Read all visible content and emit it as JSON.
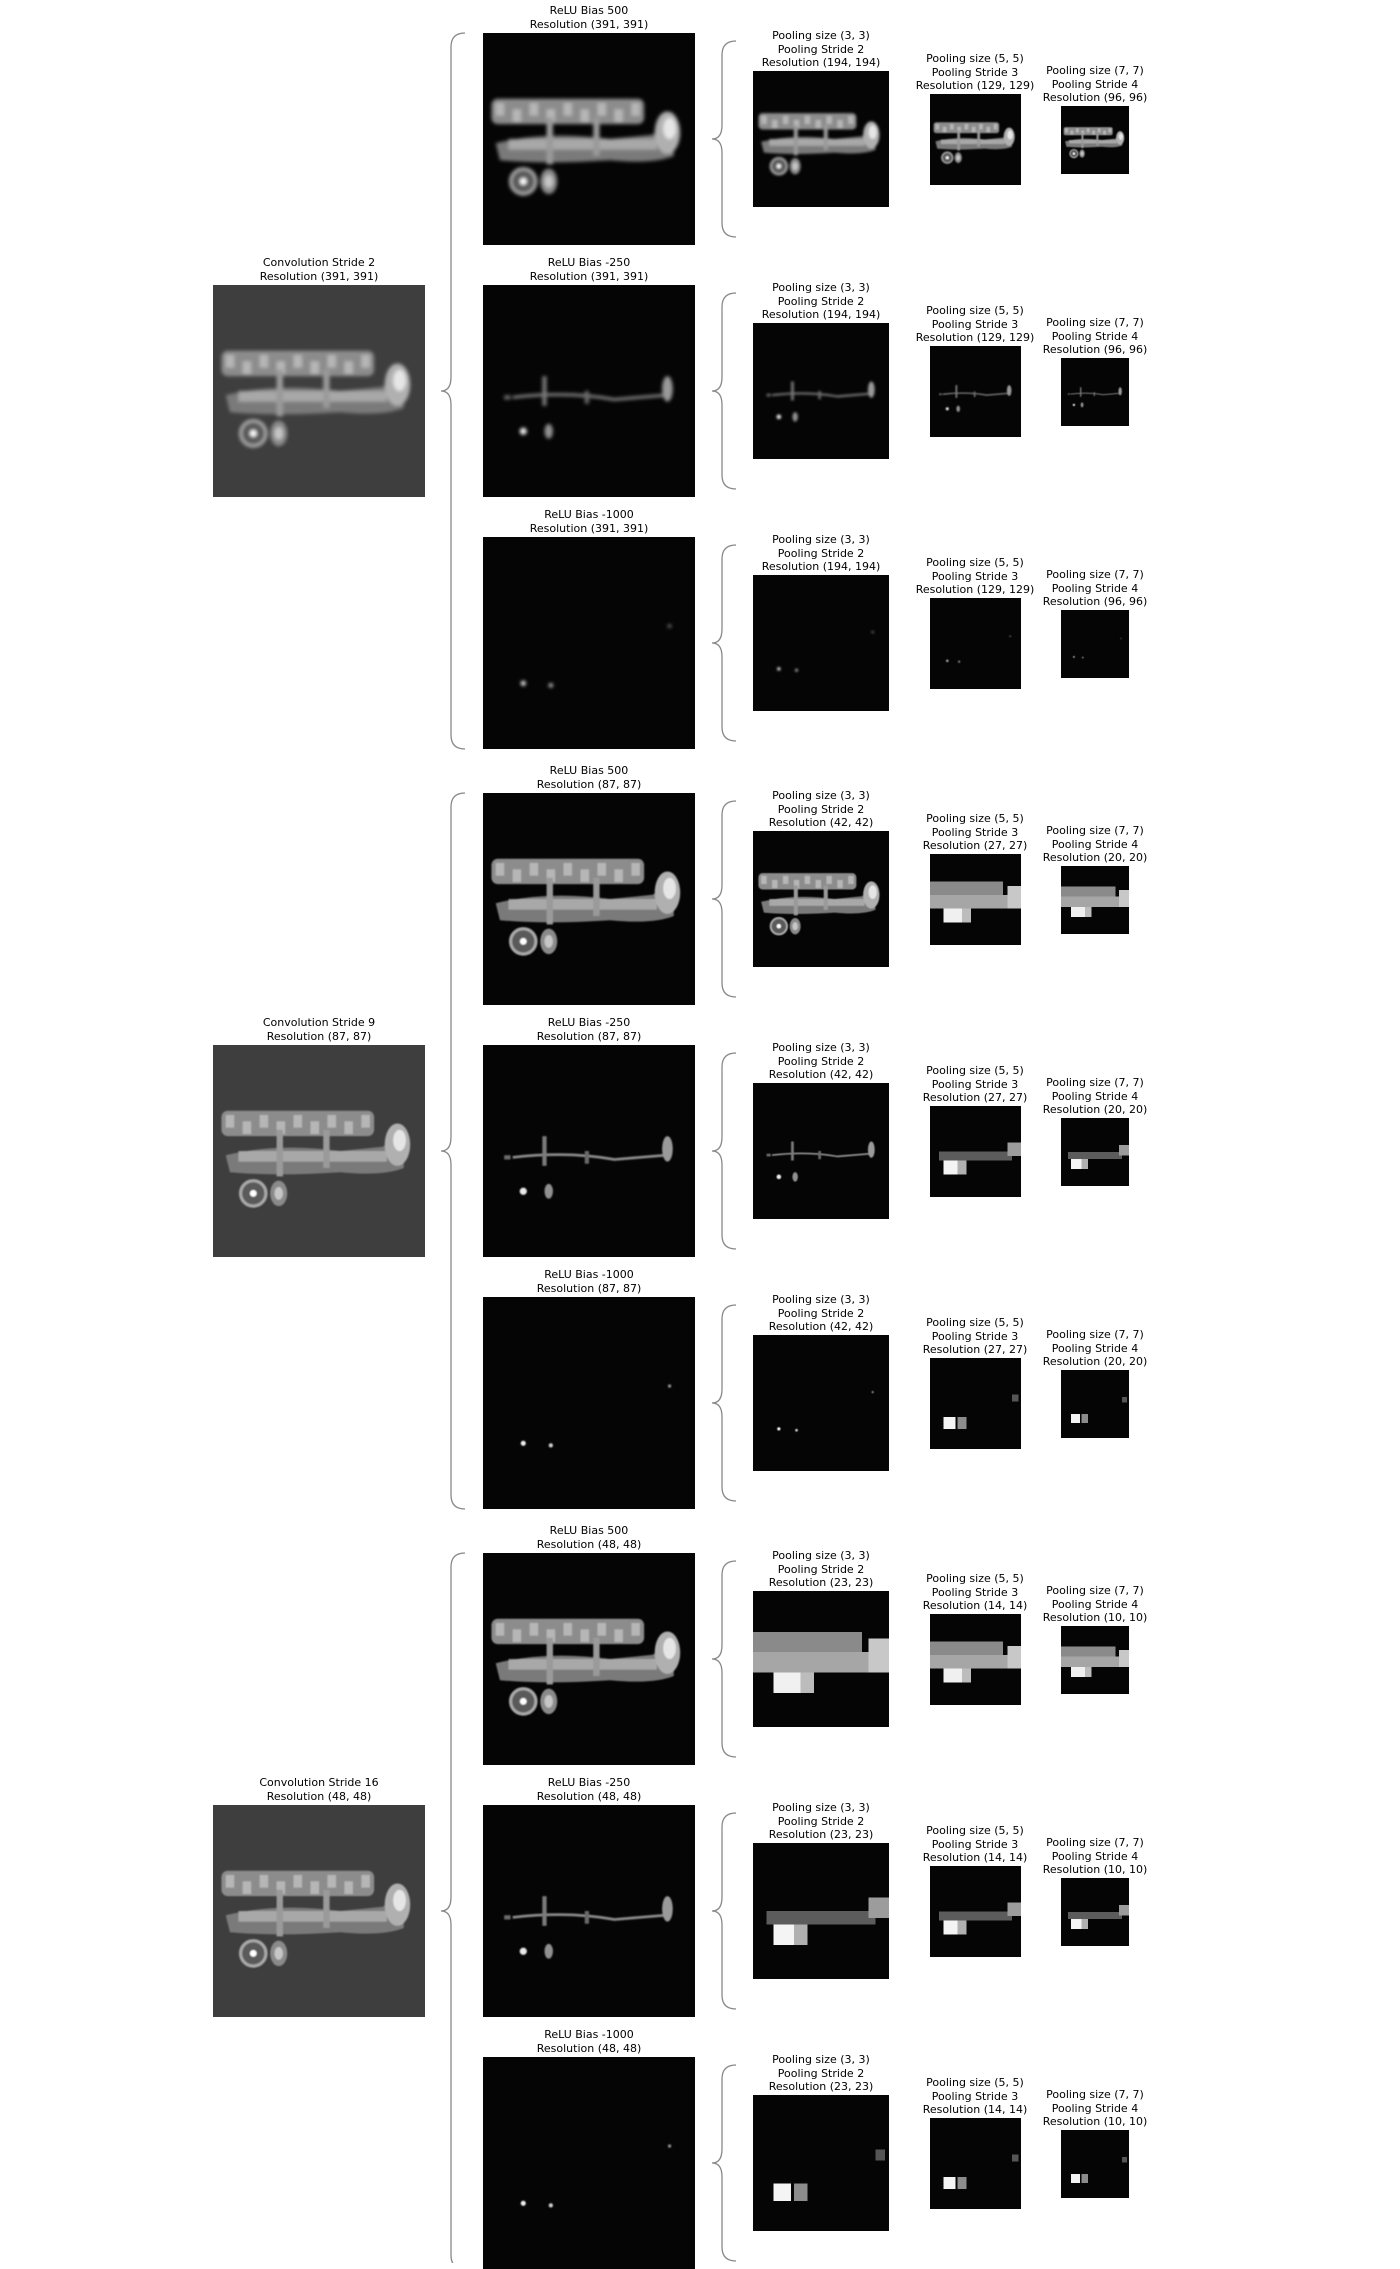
{
  "groups": [
    {
      "conv": {
        "title": "Convolution Stride 2",
        "resolution": "Resolution (391, 391)"
      },
      "relus": [
        {
          "title": "ReLU Bias 500",
          "resolution": "Resolution (391, 391)",
          "pools": [
            {
              "size": "Pooling size (3, 3)",
              "stride": "Pooling Stride 2",
              "resolution": "Resolution (194, 194)"
            },
            {
              "size": "Pooling size (5, 5)",
              "stride": "Pooling Stride 3",
              "resolution": "Resolution (129, 129)"
            },
            {
              "size": "Pooling size (7, 7)",
              "stride": "Pooling Stride 4",
              "resolution": "Resolution (96, 96)"
            }
          ]
        },
        {
          "title": "ReLU Bias -250",
          "resolution": "Resolution (391, 391)",
          "pools": [
            {
              "size": "Pooling size (3, 3)",
              "stride": "Pooling Stride 2",
              "resolution": "Resolution (194, 194)"
            },
            {
              "size": "Pooling size (5, 5)",
              "stride": "Pooling Stride 3",
              "resolution": "Resolution (129, 129)"
            },
            {
              "size": "Pooling size (7, 7)",
              "stride": "Pooling Stride 4",
              "resolution": "Resolution (96, 96)"
            }
          ]
        },
        {
          "title": "ReLU Bias -1000",
          "resolution": "Resolution (391, 391)",
          "pools": [
            {
              "size": "Pooling size (3, 3)",
              "stride": "Pooling Stride 2",
              "resolution": "Resolution (194, 194)"
            },
            {
              "size": "Pooling size (5, 5)",
              "stride": "Pooling Stride 3",
              "resolution": "Resolution (129, 129)"
            },
            {
              "size": "Pooling size (7, 7)",
              "stride": "Pooling Stride 4",
              "resolution": "Resolution (96, 96)"
            }
          ]
        }
      ]
    },
    {
      "conv": {
        "title": "Convolution Stride 9",
        "resolution": "Resolution (87, 87)"
      },
      "relus": [
        {
          "title": "ReLU Bias 500",
          "resolution": "Resolution (87, 87)",
          "pools": [
            {
              "size": "Pooling size (3, 3)",
              "stride": "Pooling Stride 2",
              "resolution": "Resolution (42, 42)"
            },
            {
              "size": "Pooling size (5, 5)",
              "stride": "Pooling Stride 3",
              "resolution": "Resolution (27, 27)"
            },
            {
              "size": "Pooling size (7, 7)",
              "stride": "Pooling Stride 4",
              "resolution": "Resolution (20, 20)"
            }
          ]
        },
        {
          "title": "ReLU Bias -250",
          "resolution": "Resolution (87, 87)",
          "pools": [
            {
              "size": "Pooling size (3, 3)",
              "stride": "Pooling Stride 2",
              "resolution": "Resolution (42, 42)"
            },
            {
              "size": "Pooling size (5, 5)",
              "stride": "Pooling Stride 3",
              "resolution": "Resolution (27, 27)"
            },
            {
              "size": "Pooling size (7, 7)",
              "stride": "Pooling Stride 4",
              "resolution": "Resolution (20, 20)"
            }
          ]
        },
        {
          "title": "ReLU Bias -1000",
          "resolution": "Resolution (87, 87)",
          "pools": [
            {
              "size": "Pooling size (3, 3)",
              "stride": "Pooling Stride 2",
              "resolution": "Resolution (42, 42)"
            },
            {
              "size": "Pooling size (5, 5)",
              "stride": "Pooling Stride 3",
              "resolution": "Resolution (27, 27)"
            },
            {
              "size": "Pooling size (7, 7)",
              "stride": "Pooling Stride 4",
              "resolution": "Resolution (20, 20)"
            }
          ]
        }
      ]
    },
    {
      "conv": {
        "title": "Convolution Stride 16",
        "resolution": "Resolution (48, 48)"
      },
      "relus": [
        {
          "title": "ReLU Bias 500",
          "resolution": "Resolution (48, 48)",
          "pools": [
            {
              "size": "Pooling size (3, 3)",
              "stride": "Pooling Stride 2",
              "resolution": "Resolution (23, 23)"
            },
            {
              "size": "Pooling size (5, 5)",
              "stride": "Pooling Stride 3",
              "resolution": "Resolution (14, 14)"
            },
            {
              "size": "Pooling size (7, 7)",
              "stride": "Pooling Stride 4",
              "resolution": "Resolution (10, 10)"
            }
          ]
        },
        {
          "title": "ReLU Bias -250",
          "resolution": "Resolution (48, 48)",
          "pools": [
            {
              "size": "Pooling size (3, 3)",
              "stride": "Pooling Stride 2",
              "resolution": "Resolution (23, 23)"
            },
            {
              "size": "Pooling size (5, 5)",
              "stride": "Pooling Stride 3",
              "resolution": "Resolution (14, 14)"
            },
            {
              "size": "Pooling size (7, 7)",
              "stride": "Pooling Stride 4",
              "resolution": "Resolution (10, 10)"
            }
          ]
        },
        {
          "title": "ReLU Bias -1000",
          "resolution": "Resolution (48, 48)",
          "pools": [
            {
              "size": "Pooling size (3, 3)",
              "stride": "Pooling Stride 2",
              "resolution": "Resolution (23, 23)"
            },
            {
              "size": "Pooling size (5, 5)",
              "stride": "Pooling Stride 3",
              "resolution": "Resolution (14, 14)"
            },
            {
              "size": "Pooling size (7, 7)",
              "stride": "Pooling Stride 4",
              "resolution": "Resolution (10, 10)"
            }
          ]
        }
      ]
    }
  ],
  "colors": {
    "conv_background": "#3e3e3e",
    "relu_background": "#050505",
    "brace": "#888888",
    "label_text": "#000000"
  },
  "panel_image": "grayscale feature-map of a biplane"
}
